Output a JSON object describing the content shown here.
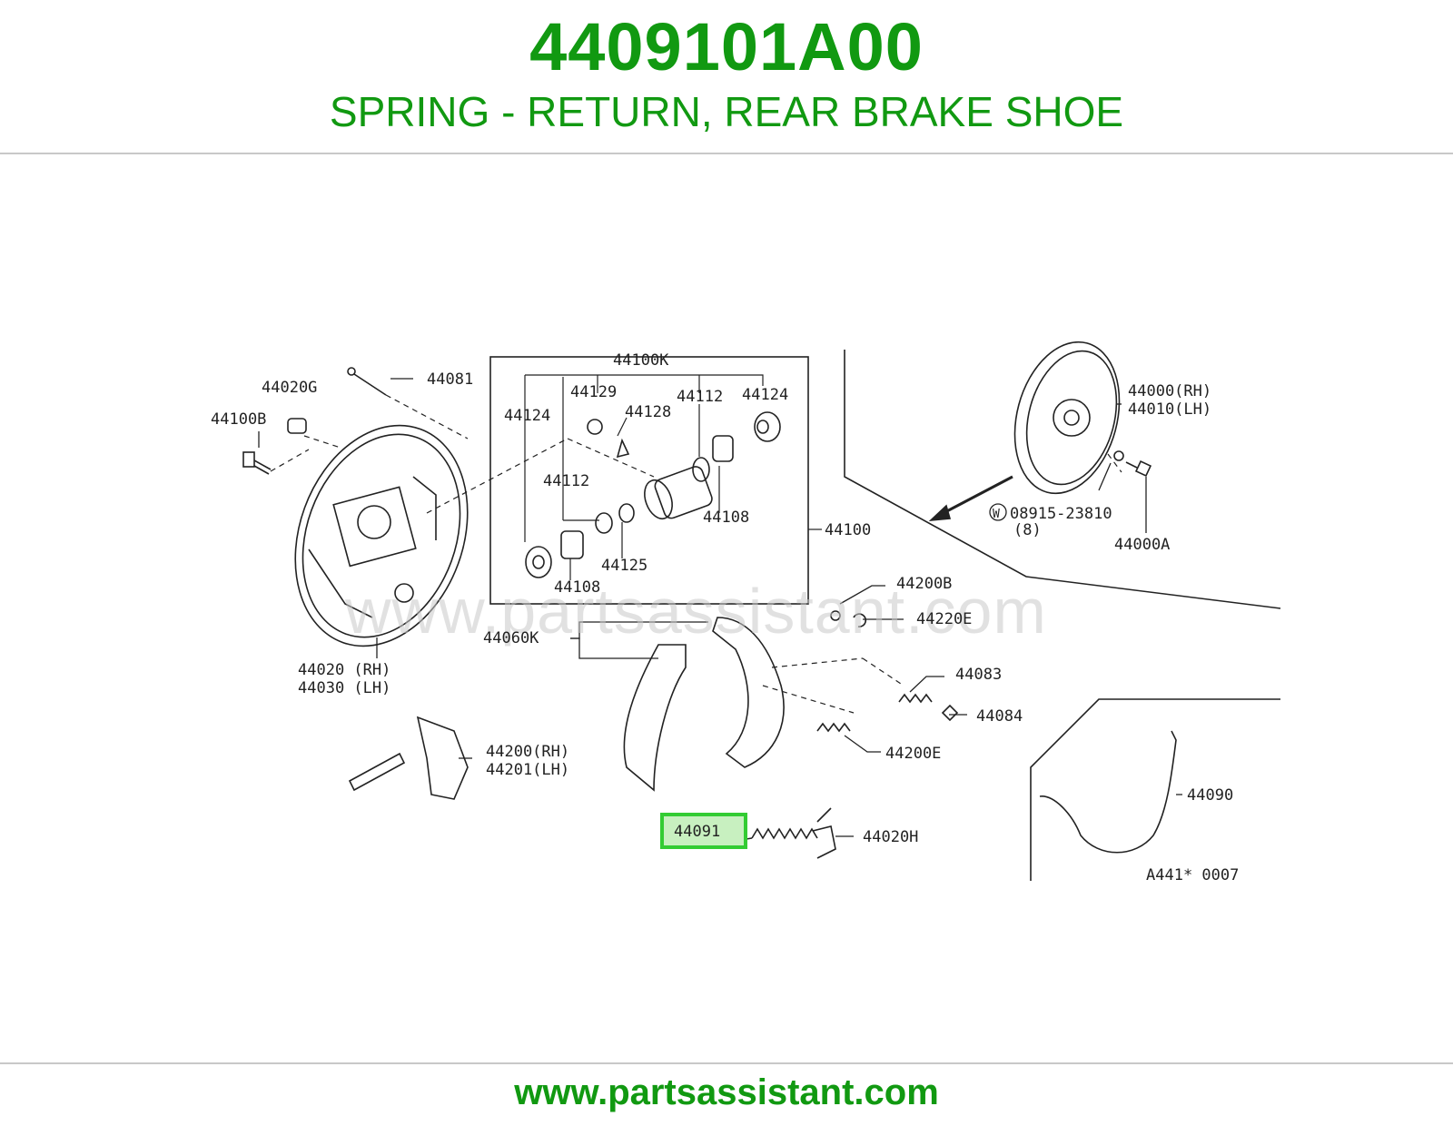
{
  "header": {
    "part_number": "4409101A00",
    "description": "SPRING - RETURN, REAR BRAKE SHOE"
  },
  "footer": {
    "url": "www.partsassistant.com"
  },
  "diagram": {
    "watermark": "www.partsassistant.com",
    "highlight_color": "#33cc33",
    "labels": {
      "l44081": "44081",
      "l44020G": "44020G",
      "l44100B": "44100B",
      "l44100K": "44100K",
      "l44129": "44129",
      "l44128": "44128",
      "l44112a": "44112",
      "l44124a": "44124",
      "l44124b": "44124",
      "l44112b": "44112",
      "l44108a": "44108",
      "l44125": "44125",
      "l44108b": "44108",
      "l44100": "44100",
      "l44000rh": "44000(RH)",
      "l44010lh": "44010(LH)",
      "l08915": "08915-23810",
      "l08915w": "W",
      "l08915qty": "(8)",
      "l44000A": "44000A",
      "l44020rh": "44020 (RH)",
      "l44030lh": "44030 (LH)",
      "l44060K": "44060K",
      "l44200B": "44200B",
      "l44220E": "44220E",
      "l44083": "44083",
      "l44084": "44084",
      "l44200E": "44200E",
      "l44200rh": "44200(RH)",
      "l44201lh": "44201(LH)",
      "l44091": "44091",
      "l44020H": "44020H",
      "l44090": "44090",
      "lref": "A441* 0007"
    }
  }
}
